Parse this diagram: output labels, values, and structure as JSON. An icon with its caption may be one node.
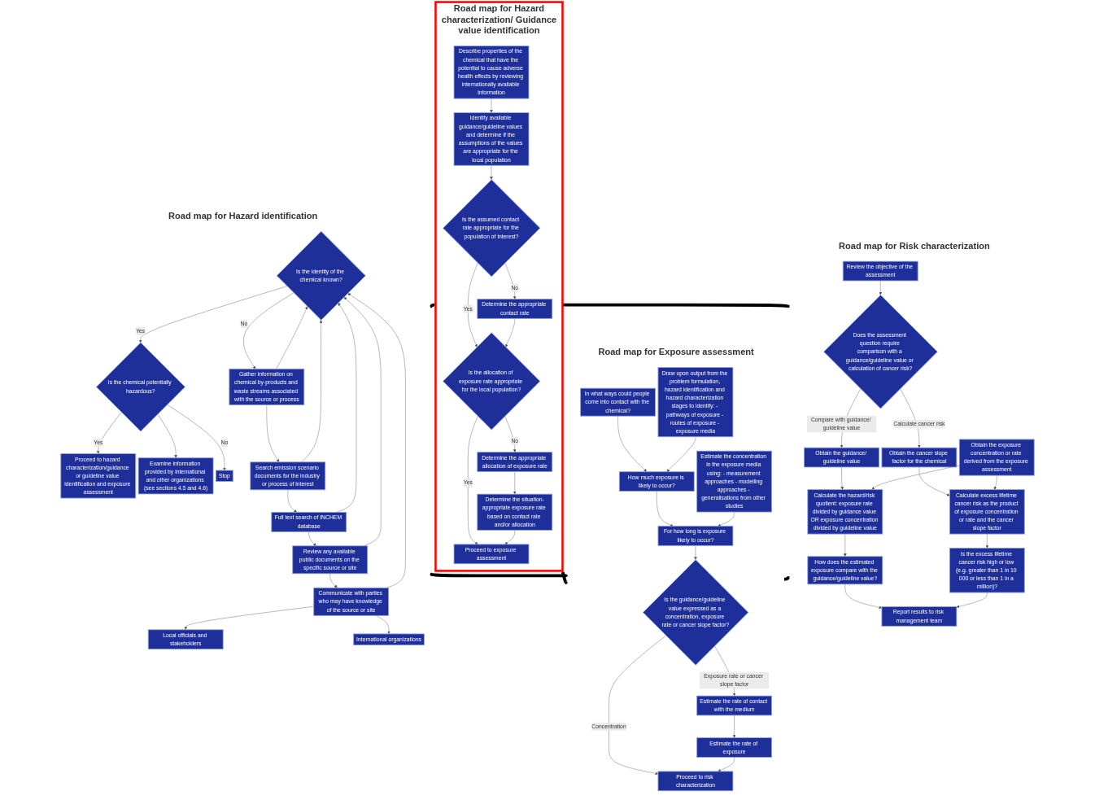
{
  "diagram": {
    "nodes": [
      {
        "text": [
          "Road map for Hazard identification"
        ]
      },
      {
        "text": [
          "Is the identity of the chemical known?"
        ],
        "in": 0
      },
      {
        "text": [
          "Is the chemical potentially hazardous?"
        ],
        "in": 0
      },
      {
        "text": [
          "Gather information on chemical by-products and waste streams associated with the source or process"
        ],
        "in": 0
      },
      {
        "text": [
          "Stop"
        ],
        "in": 0
      },
      {
        "text": [
          "Examine information provided by international and other organizations (see sections 4.5 and 4.6)"
        ],
        "in": 0
      },
      {
        "text": [
          "Proceed to hazard characterization/guidance or guideline value identification and exposure assessment"
        ],
        "in": 0
      },
      {
        "text": [
          "Search emission scenario documents for the industry or process of interest"
        ],
        "in": 0
      },
      {
        "text": [
          "Full text search of INCHEM database"
        ],
        "in": 0
      },
      {
        "text": [
          "Review any available public documents on the specific source or site"
        ],
        "in": 0
      },
      {
        "text": [
          "Communicate with parties who may have knowledge of the source or site"
        ],
        "in": 0
      },
      {
        "text": [
          "Local officials and stakeholders"
        ],
        "in": 0
      },
      {
        "text": [
          "International organizations"
        ],
        "in": 0
      },
      {
        "text": [
          "Road map for Hazard characterization/ Guidance value identification"
        ]
      },
      {
        "text": [
          "Describe properties of the chemical that have the potential to cause adverse health effects by reviewing internationally available information"
        ],
        "in": 13
      },
      {
        "text": [
          "Identify available guidance/guideline values and determine if the assumptions of the values are appropriate for the local population"
        ],
        "in": 13
      },
      {
        "text": [
          "Is the assumed contact rate appropriate for the population of interest?"
        ],
        "in": 13
      },
      {
        "text": [
          "Determine the appropriate contact rate"
        ],
        "in": 13
      },
      {
        "text": [
          "Is the allocation of exposure rate appropriate for the local population?"
        ],
        "in": 13
      },
      {
        "text": [
          "Determine the appropriate allocation of exposure rate"
        ],
        "in": 13
      },
      {
        "text": [
          "Determine the situation-appropriate exposure rate based on contact rate and/or allocation"
        ],
        "in": 13
      },
      {
        "text": [
          "Proceed to exposure assessment"
        ],
        "in": 13
      },
      {
        "text": [
          "Road map for Exposure assessment"
        ]
      },
      {
        "text": [
          "In what ways could people come into contact with the chemical?"
        ],
        "in": 22
      },
      {
        "text": [
          "Draw upon output from the problem formulation, hazard identification and hazard characterization stages to identify: - pathways of exposure - routes of exposure - exposure media"
        ],
        "in": 22
      },
      {
        "text": [
          "How much exposure is likely to occur?"
        ],
        "in": 22
      },
      {
        "text": [
          "Estimate the concentration in the exposure media using: - measurement approaches - modelling approaches - generalisations from other studies"
        ],
        "in": 22
      },
      {
        "text": [
          "For how long is exposure likely to occur?"
        ],
        "in": 22
      },
      {
        "text": [
          "Is the guidance/guideline value expressed as a concentration, exposure rate or cancer slope factor?"
        ],
        "in": 22
      },
      {
        "text": [
          "Estimate the rate of contact with the medium"
        ],
        "in": 22
      },
      {
        "text": [
          "Estimate the rate of exposure"
        ],
        "in": 22
      },
      {
        "text": [
          "Proceed to risk characterization"
        ],
        "in": 22
      },
      {
        "text": [
          "Road map for Risk characterization"
        ]
      },
      {
        "text": [
          "Review the objective of the assessment"
        ],
        "in": 32
      },
      {
        "text": [
          "Does the assessment question require comparison with a guidance/guideline value or calculation of cancer risk?"
        ],
        "in": 32
      },
      {
        "text": [
          "Obtain the guidance/ guideline value"
        ],
        "in": 32
      },
      {
        "text": [
          "Obtain the cancer slope factor for the chemical"
        ],
        "in": 32
      },
      {
        "text": [
          "Obtain the exposure concentration or rate derived from the exposure assessment"
        ],
        "in": 32
      },
      {
        "text": [
          "Calculate the hazard/risk quotient: exposure rate divided by guidance value OR exposure concentration divided by guideline value"
        ],
        "in": 32
      },
      {
        "text": [
          "Calculate excess lifetime cancer risk as the product of exposure concentration or rate and the cancer slope factor"
        ],
        "in": 32
      },
      {
        "text": [
          "How does the estimated exposure compare with the guidance/guideline value?"
        ],
        "in": 32
      },
      {
        "text": [
          "Is the excess lifetime cancer risk high or low (e.g. greater than 1 in 10 000 or less than 1 in a million)?"
        ],
        "in": 32
      },
      {
        "text": [
          "Report results to risk management team"
        ],
        "in": 32
      }
    ],
    "edges": [
      {
        "from": 1,
        "to": 2,
        "label": "Yes",
        "arrow": "to"
      },
      {
        "from": 1,
        "to": 3,
        "label": "No",
        "arrow": "to"
      },
      {
        "from": 2,
        "to": 6,
        "label": "Yes",
        "arrow": "to"
      },
      {
        "from": 2,
        "to": 5,
        "arrow": "to"
      },
      {
        "from": 2,
        "to": 4,
        "label": "No",
        "arrow": "to"
      },
      {
        "from": 3,
        "to": 7,
        "arrow": "to"
      },
      {
        "from": 7,
        "to": 8,
        "arrow": "to"
      },
      {
        "from": 8,
        "to": 9,
        "arrow": "to"
      },
      {
        "from": 9,
        "to": 10,
        "arrow": "to"
      },
      {
        "from": 10,
        "to": 11,
        "arrow": "to"
      },
      {
        "from": 10,
        "to": 12,
        "arrow": "to"
      },
      {
        "from": 3,
        "to": 1,
        "arrow": "to"
      },
      {
        "from": 7,
        "to": 1,
        "arrow": "to"
      },
      {
        "from": 8,
        "to": 1,
        "arrow": "to"
      },
      {
        "from": 9,
        "to": 1,
        "arrow": "to"
      },
      {
        "from": 10,
        "to": 1,
        "arrow": "to"
      },
      {
        "from": 14,
        "to": 15,
        "arrow": "to"
      },
      {
        "from": 15,
        "to": 16,
        "arrow": "to"
      },
      {
        "from": 16,
        "to": 18,
        "label": "Yes",
        "arrow": "to"
      },
      {
        "from": 16,
        "to": 17,
        "label": "No",
        "arrow": "to"
      },
      {
        "from": 17,
        "to": 18,
        "arrow": "to"
      },
      {
        "from": 18,
        "to": 19,
        "label": "No",
        "arrow": "to"
      },
      {
        "from": 19,
        "to": 20,
        "arrow": "to"
      },
      {
        "from": 18,
        "to": 21,
        "label": "Yes",
        "arrow": "to"
      },
      {
        "from": 20,
        "to": 21,
        "arrow": "to"
      },
      {
        "from": 23,
        "to": 25,
        "arrow": "to"
      },
      {
        "from": 24,
        "to": 25,
        "arrow": "to"
      },
      {
        "from": 25,
        "to": 27,
        "arrow": "to"
      },
      {
        "from": 26,
        "to": 27,
        "arrow": "to"
      },
      {
        "from": 27,
        "to": 28,
        "arrow": "to"
      },
      {
        "from": 28,
        "to": 29,
        "label": "Exposure rate or cancer slope factor",
        "arrow": "to"
      },
      {
        "from": 29,
        "to": 30,
        "arrow": "to"
      },
      {
        "from": 28,
        "to": 31,
        "label": "Concentration",
        "arrow": "to"
      },
      {
        "from": 30,
        "to": 31,
        "arrow": "to"
      },
      {
        "from": 33,
        "to": 34,
        "arrow": "to"
      },
      {
        "from": 34,
        "to": 35,
        "label": "Compare with guidance/ guideline value",
        "arrow": "to"
      },
      {
        "from": 34,
        "to": 36,
        "label": "Calculate cancer risk",
        "arrow": "to"
      },
      {
        "from": 35,
        "to": 38,
        "arrow": "to"
      },
      {
        "from": 36,
        "to": 39,
        "arrow": "to"
      },
      {
        "from": 37,
        "to": 38,
        "arrow": "to"
      },
      {
        "from": 37,
        "to": 39,
        "arrow": "to"
      },
      {
        "from": 38,
        "to": 40,
        "arrow": "to"
      },
      {
        "from": 39,
        "to": 41,
        "arrow": "to"
      },
      {
        "from": 40,
        "to": 42,
        "arrow": "to"
      },
      {
        "from": 41,
        "to": 42,
        "arrow": "to"
      },
      {
        "from": 0,
        "to": 13,
        "arrow": "to",
        "style": "thick",
        "color": "#000000"
      },
      {
        "from": 0,
        "to": 22,
        "arrow": "to",
        "style": "thick",
        "color": "#000000"
      },
      {
        "from": 13,
        "to": 22,
        "arrow": "both",
        "style": "thick",
        "color": "#000000"
      },
      {
        "from": 13,
        "to": 32,
        "arrow": "to",
        "style": "thick",
        "color": "#000000"
      },
      {
        "from": 22,
        "to": 32,
        "arrow": "to",
        "style": "thick",
        "color": "#000000"
      }
    ]
  }
}
